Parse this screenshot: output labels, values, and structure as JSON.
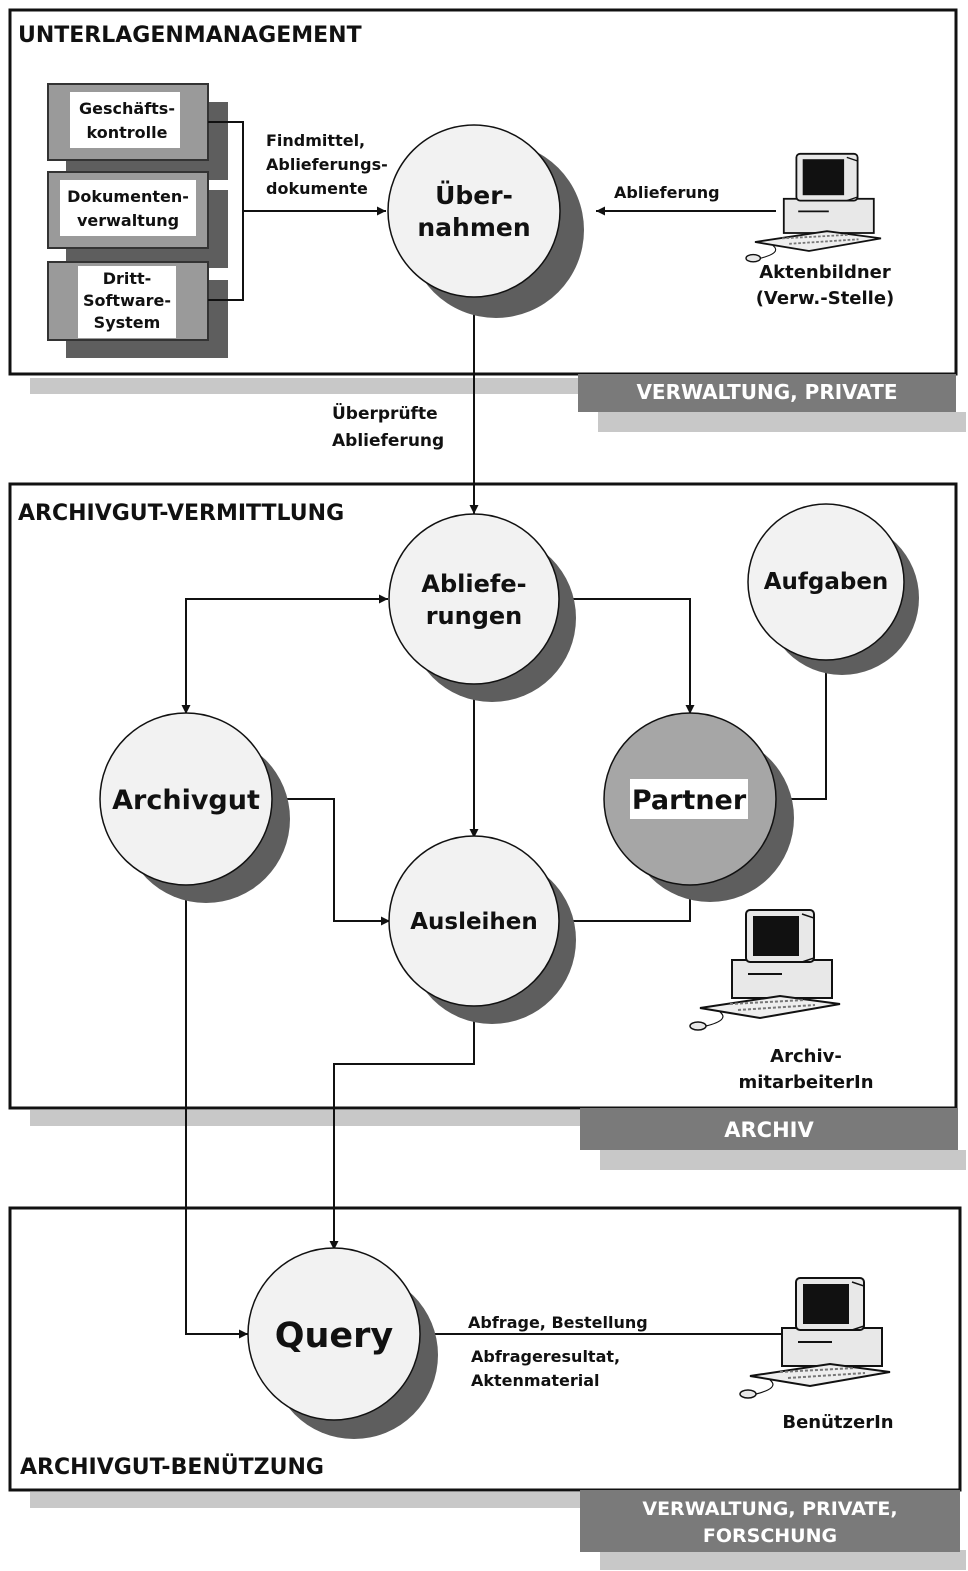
{
  "sections": {
    "unterlagen": {
      "title": "UNTERLAGENMANAGEMENT",
      "tag": "VERWALTUNG, PRIVATE"
    },
    "vermittlung": {
      "title": "ARCHIVGUT-VERMITTLUNG",
      "tag": "ARCHIV"
    },
    "benutzung": {
      "title": "ARCHIVGUT-BENÜTZUNG",
      "tag_line1": "VERWALTUNG, PRIVATE,",
      "tag_line2": "FORSCHUNG"
    }
  },
  "sources": [
    {
      "line1": "Geschäfts-",
      "line2": "kontrolle"
    },
    {
      "line1": "Dokumenten-",
      "line2": "verwaltung"
    },
    {
      "line1": "Dritt-",
      "line2": "Software-",
      "line3": "System"
    }
  ],
  "nodes": {
    "uebernahmen": {
      "line1": "Über-",
      "line2": "nahmen"
    },
    "ablieferungen": {
      "line1": "Abliefe-",
      "line2": "rungen"
    },
    "aufgaben": {
      "label": "Aufgaben"
    },
    "archivgut": {
      "label": "Archivgut"
    },
    "partner": {
      "label": "Partner"
    },
    "ausleihen": {
      "label": "Ausleihen"
    },
    "query": {
      "label": "Query"
    }
  },
  "edge_labels": {
    "findmittel_1": "Findmittel,",
    "findmittel_2": "Ablieferungs-",
    "findmittel_3": "dokumente",
    "ablieferung": "Ablieferung",
    "ueberprueft_1": "Überprüfte",
    "ueberprueft_2": "Ablieferung",
    "abfrage": "Abfrage, Bestellung",
    "resultat_1": "Abfrageresultat,",
    "resultat_2": "Aktenmaterial"
  },
  "actors": {
    "aktenbildner_1": "Aktenbildner",
    "aktenbildner_2": "(Verw.-Stelle)",
    "mitarbeiter_1": "Archiv-",
    "mitarbeiter_2": "mitarbeiterIn",
    "benutzer": "BenützerIn"
  },
  "colors": {
    "frame": "#111111",
    "shadow": "#c8c8c8",
    "tag": "#7a7a7a",
    "circle": "#f2f2f2",
    "circle_shadow": "#5e5e5e",
    "partner": "#a6a6a6"
  }
}
